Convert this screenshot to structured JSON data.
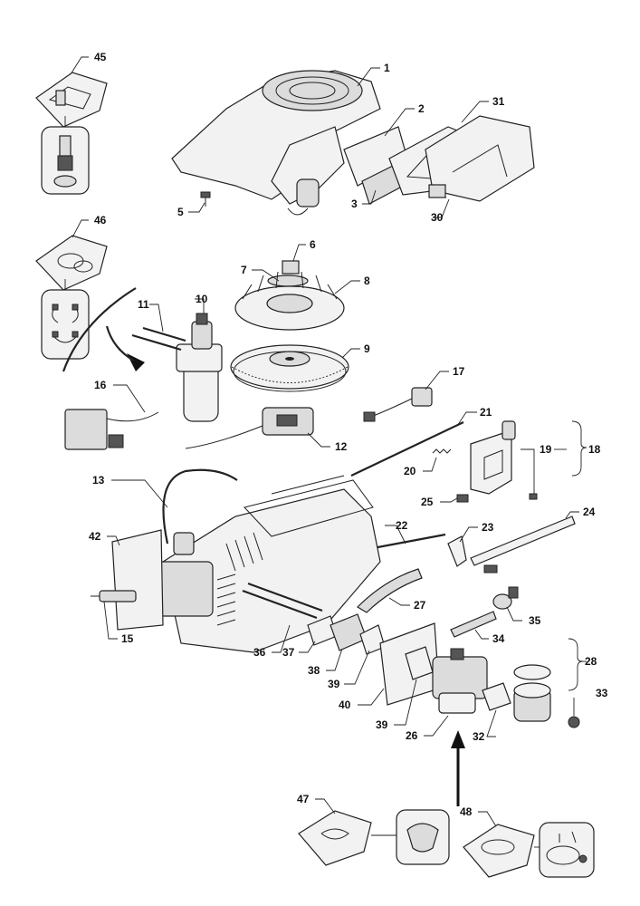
{
  "diagram": {
    "callouts": [
      {
        "id": "c1",
        "label": "1"
      },
      {
        "id": "c2",
        "label": "2"
      },
      {
        "id": "c3",
        "label": "3"
      },
      {
        "id": "c5",
        "label": "5"
      },
      {
        "id": "c6",
        "label": "6"
      },
      {
        "id": "c7",
        "label": "7"
      },
      {
        "id": "c8",
        "label": "8"
      },
      {
        "id": "c9",
        "label": "9"
      },
      {
        "id": "c10",
        "label": "10"
      },
      {
        "id": "c11",
        "label": "11"
      },
      {
        "id": "c12",
        "label": "12"
      },
      {
        "id": "c13",
        "label": "13"
      },
      {
        "id": "c15",
        "label": "15"
      },
      {
        "id": "c16",
        "label": "16"
      },
      {
        "id": "c17",
        "label": "17"
      },
      {
        "id": "c18",
        "label": "18"
      },
      {
        "id": "c19",
        "label": "19"
      },
      {
        "id": "c20",
        "label": "20"
      },
      {
        "id": "c21",
        "label": "21"
      },
      {
        "id": "c22",
        "label": "22"
      },
      {
        "id": "c23",
        "label": "23"
      },
      {
        "id": "c24",
        "label": "24"
      },
      {
        "id": "c25",
        "label": "25"
      },
      {
        "id": "c26",
        "label": "26"
      },
      {
        "id": "c27",
        "label": "27"
      },
      {
        "id": "c28",
        "label": "28"
      },
      {
        "id": "c30",
        "label": "30"
      },
      {
        "id": "c31",
        "label": "31"
      },
      {
        "id": "c32",
        "label": "32"
      },
      {
        "id": "c33",
        "label": "33"
      },
      {
        "id": "c34",
        "label": "34"
      },
      {
        "id": "c35",
        "label": "35"
      },
      {
        "id": "c36",
        "label": "36"
      },
      {
        "id": "c37",
        "label": "37"
      },
      {
        "id": "c38",
        "label": "38"
      },
      {
        "id": "c39a",
        "label": "39"
      },
      {
        "id": "c39b",
        "label": "39"
      },
      {
        "id": "c40",
        "label": "40"
      },
      {
        "id": "c42",
        "label": "42"
      },
      {
        "id": "c45",
        "label": "45"
      },
      {
        "id": "c46",
        "label": "46"
      },
      {
        "id": "c47",
        "label": "47"
      },
      {
        "id": "c48",
        "label": "48"
      }
    ]
  }
}
